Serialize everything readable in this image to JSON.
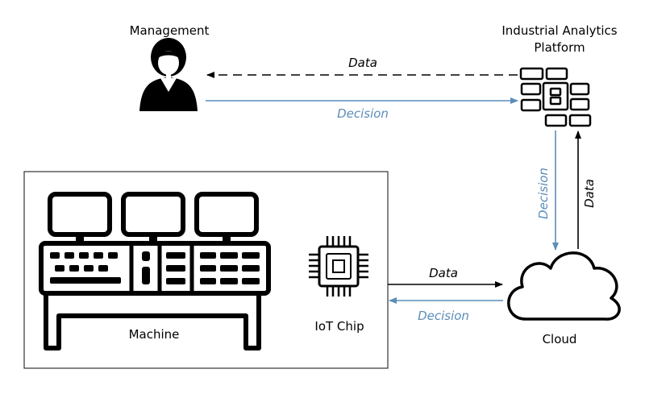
{
  "nodes": {
    "management": "Management",
    "platform_line1": "Industrial Analytics",
    "platform_line2": "Platform",
    "machine": "Machine",
    "iot_chip": "IoT Chip",
    "cloud": "Cloud"
  },
  "edges": {
    "platform_to_management": "Data",
    "management_to_platform": "Decision",
    "platform_to_cloud": "Decision",
    "cloud_to_platform": "Data",
    "chip_to_cloud": "Data",
    "cloud_to_chip": "Decision"
  },
  "colors": {
    "data_arrow": "#000000",
    "decision_arrow": "#5b8db8"
  },
  "icons": [
    "person-icon",
    "platform-modules-icon",
    "cloud-icon",
    "machine-icon",
    "chip-icon"
  ]
}
